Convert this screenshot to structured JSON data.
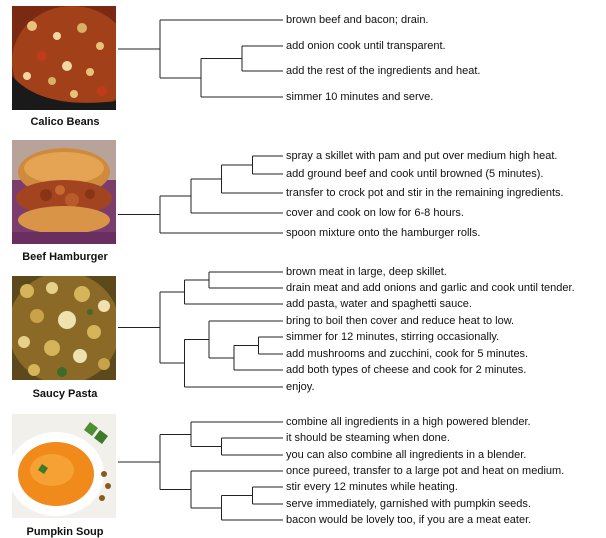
{
  "recipes": [
    {
      "title": "Calico Beans",
      "image": "calico-beans-photo",
      "steps": [
        "brown beef and bacon; drain.",
        "add onion cook until transparent.",
        "add the rest of the ingredients and heat.",
        "simmer 10 minutes and serve."
      ],
      "tree": {
        "c": [
          0,
          {
            "c": [
              {
                "c": [
                  1,
                  2
                ]
              },
              3
            ]
          }
        ]
      }
    },
    {
      "title": "Beef Hamburger",
      "image": "beef-hamburger-photo",
      "steps": [
        "spray a skillet with pam and put over medium high heat.",
        "add ground beef and cook until browned (5 minutes).",
        "transfer to crock pot and stir in the remaining ingredients.",
        "cover and cook on low for 6-8 hours.",
        "spoon mixture onto the hamburger rolls."
      ],
      "tree": {
        "c": [
          {
            "c": [
              {
                "c": [
                  {
                    "c": [
                      0,
                      1
                    ]
                  },
                  2
                ]
              },
              3
            ]
          },
          4
        ]
      }
    },
    {
      "title": "Saucy Pasta",
      "image": "saucy-pasta-photo",
      "steps": [
        "brown meat in large, deep skillet.",
        "drain meat and add onions and garlic and cook until tender.",
        "add pasta, water and spaghetti sauce.",
        "bring to boil then cover and reduce heat to low.",
        "simmer for 12 minutes, stirring occasionally.",
        "add mushrooms and zucchini, cook for 5 minutes.",
        "add both types of cheese and cook for 2 minutes.",
        "enjoy."
      ],
      "tree": {
        "c": [
          {
            "c": [
              {
                "c": [
                  0,
                  1
                ]
              },
              2
            ]
          },
          {
            "c": [
              {
                "c": [
                  3,
                  {
                    "c": [
                      {
                        "c": [
                          4,
                          5
                        ]
                      },
                      6
                    ]
                  }
                ]
              },
              7
            ]
          }
        ]
      }
    },
    {
      "title": "Pumpkin Soup",
      "image": "pumpkin-soup-photo",
      "steps": [
        "combine all ingredients in a high powered blender.",
        "it should be steaming when done.",
        "you can also combine all ingredients in a blender.",
        "once pureed, transfer to a large pot and heat on medium.",
        "stir every 12 minutes while heating.",
        "serve immediately, garnished with pumpkin seeds.",
        "bacon would be lovely too, if you are a meat eater."
      ],
      "tree": {
        "c": [
          {
            "c": [
              0,
              {
                "c": [
                  1,
                  2
                ]
              }
            ]
          },
          {
            "c": [
              3,
              {
                "c": [
                  {
                    "c": [
                      4,
                      5
                    ]
                  },
                  6
                ]
              }
            ]
          }
        ]
      }
    }
  ]
}
